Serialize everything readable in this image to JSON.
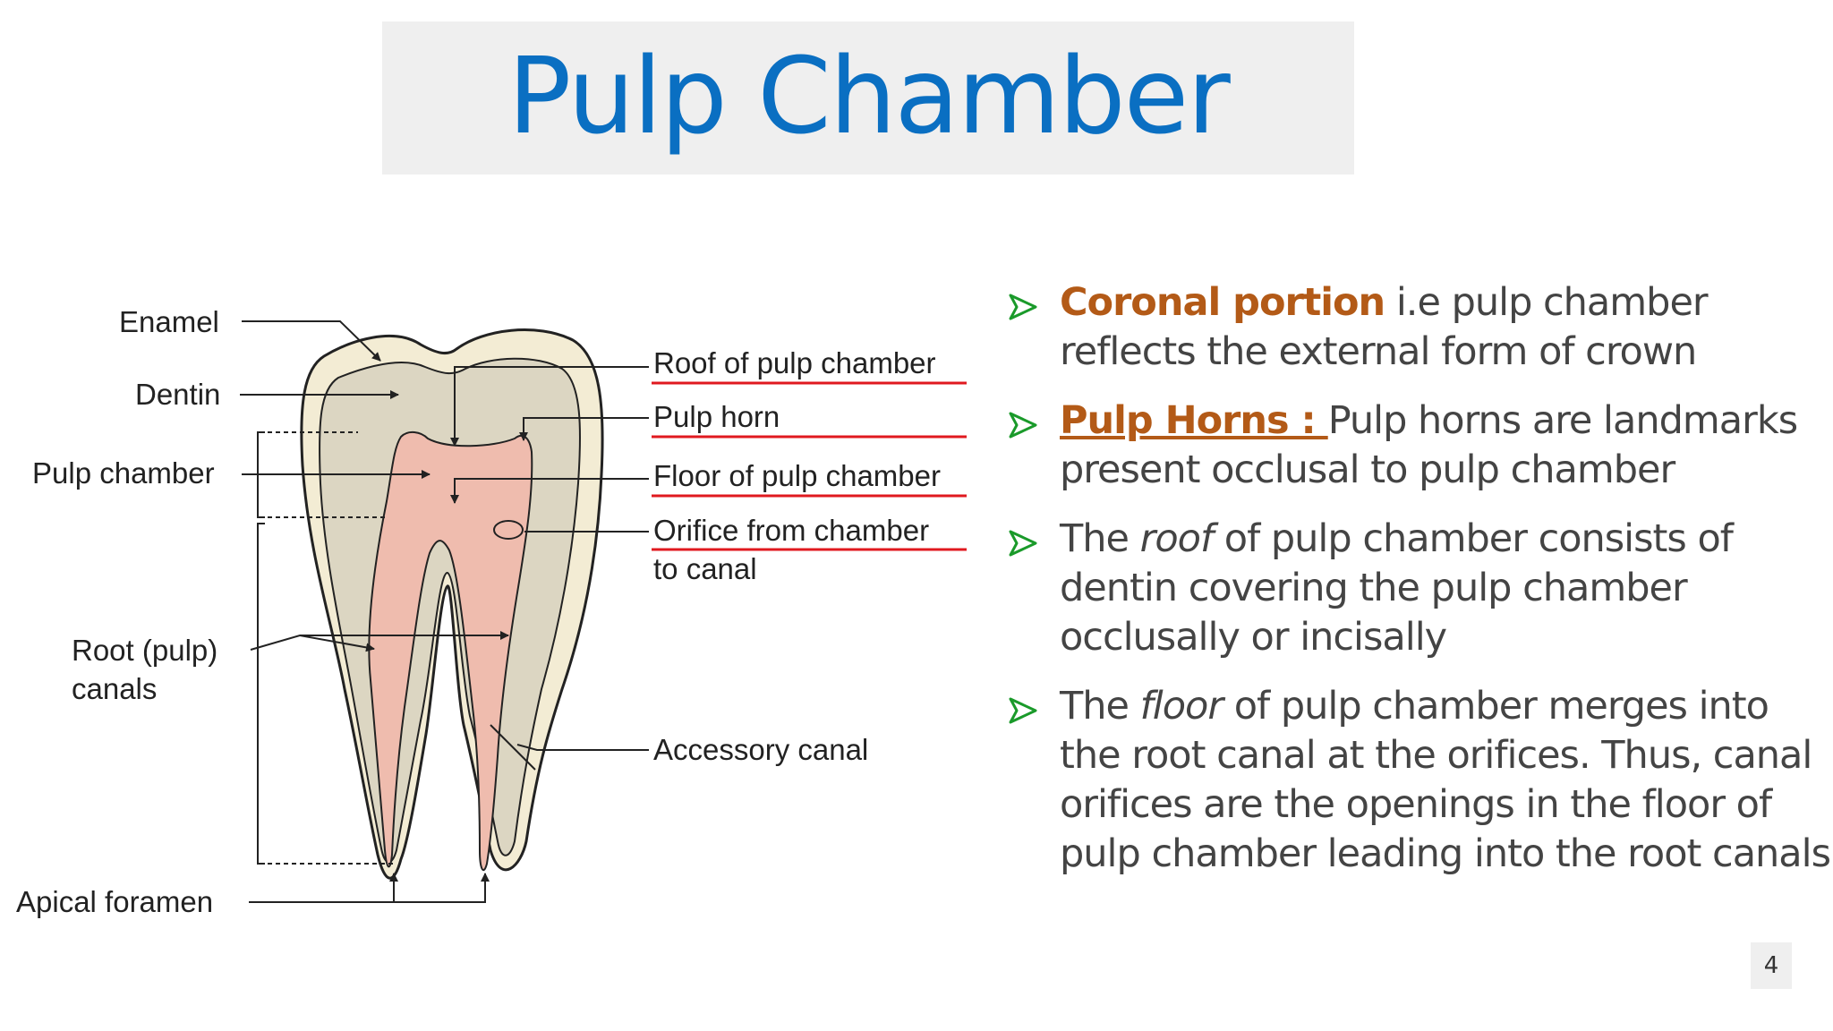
{
  "slide": {
    "title": "Pulp Chamber",
    "page_number": "4"
  },
  "diagram": {
    "labels": {
      "enamel": "Enamel",
      "dentin": "Dentin",
      "pulp_chamber": "Pulp chamber",
      "root_canals_line1": "Root (pulp)",
      "root_canals_line2": "canals",
      "apical_foramen": "Apical foramen",
      "roof": "Roof of pulp chamber",
      "pulp_horn": "Pulp horn",
      "floor": "Floor of pulp chamber",
      "orifice_line1": "Orifice from chamber",
      "orifice_line2": "to canal",
      "accessory_canal": "Accessory canal"
    }
  },
  "bullets": [
    {
      "highlight": "Coronal portion",
      "text": " i.e pulp chamber reflects the external form of crown"
    },
    {
      "highlight": "Pulp Horns : ",
      "text": "Pulp horns are landmarks present occlusal to pulp chamber"
    },
    {
      "pre": "The ",
      "italic": "roof",
      "text": " of  pulp chamber consists of dentin covering the pulp chamber occlusally or incisally"
    },
    {
      "pre": "The ",
      "italic": "floor",
      "text": " of pulp chamber merges into the root canal at the orifices. Thus, canal orifices are the openings in the floor of pulp chamber leading into the root canals"
    }
  ],
  "colors": {
    "title": "#0a6fc2",
    "accent": "#b35a17",
    "bullet_arrow": "#1a9a2a",
    "underline_red": "#e0191f",
    "enamel": "#f3ecd4",
    "dentin": "#dcd6c2",
    "pulp": "#efbcae"
  },
  "icons": {
    "bullet": "green-arrow-bullet-icon"
  }
}
